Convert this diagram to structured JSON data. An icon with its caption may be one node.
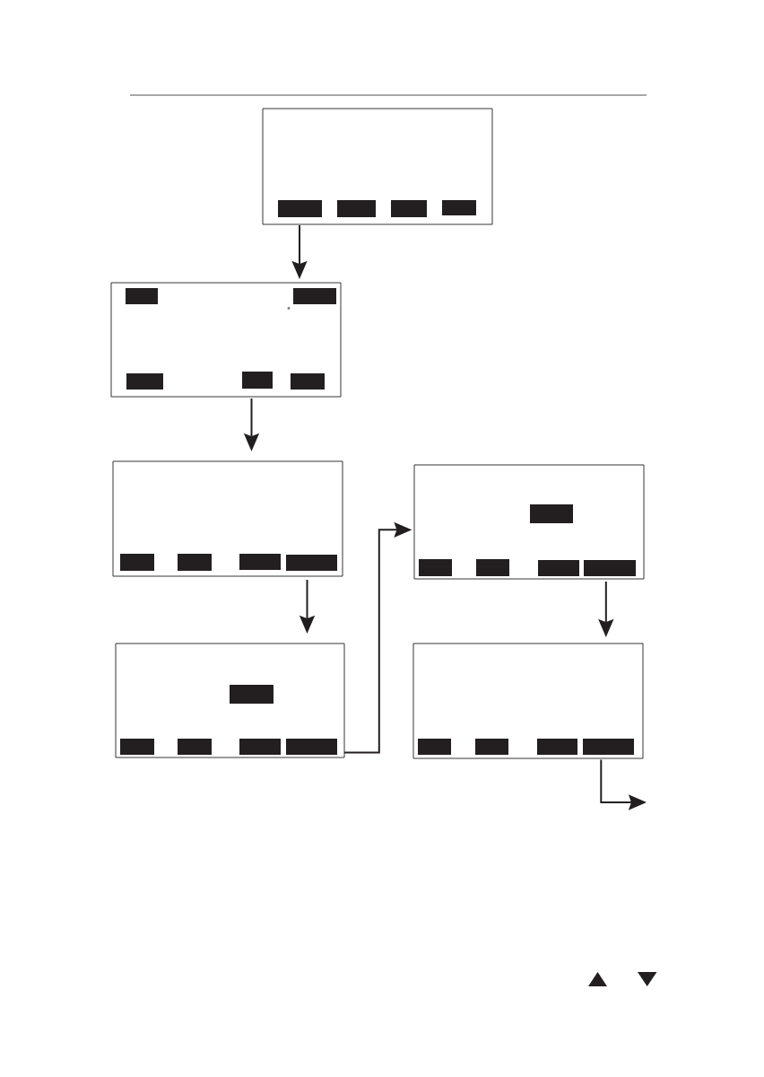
{
  "diagram": {
    "nodes": [
      {
        "text": [],
        "shape": "box"
      },
      {
        "text": [],
        "shape": "bar",
        "in": 0
      },
      {
        "text": [],
        "shape": "bar",
        "in": 0
      },
      {
        "text": [],
        "shape": "bar",
        "in": 0
      },
      {
        "text": [],
        "shape": "bar",
        "in": 0
      },
      {
        "text": [],
        "shape": "box"
      },
      {
        "text": [],
        "shape": "bar",
        "in": 5
      },
      {
        "text": [],
        "shape": "bar",
        "in": 5
      },
      {
        "text": [],
        "shape": "bar",
        "in": 5
      },
      {
        "text": [],
        "shape": "bar",
        "in": 5
      },
      {
        "text": [],
        "shape": "bar",
        "in": 5
      },
      {
        "text": [],
        "shape": "box"
      },
      {
        "text": [],
        "shape": "bar",
        "in": 11
      },
      {
        "text": [],
        "shape": "bar",
        "in": 11
      },
      {
        "text": [],
        "shape": "bar",
        "in": 11
      },
      {
        "text": [],
        "shape": "bar",
        "in": 11
      },
      {
        "text": [],
        "shape": "box"
      },
      {
        "text": [],
        "shape": "bar",
        "in": 16
      },
      {
        "text": [],
        "shape": "bar",
        "in": 16
      },
      {
        "text": [],
        "shape": "bar",
        "in": 16
      },
      {
        "text": [],
        "shape": "bar",
        "in": 16
      },
      {
        "text": [],
        "shape": "bar",
        "in": 16
      },
      {
        "text": [],
        "shape": "box"
      },
      {
        "text": [],
        "shape": "bar",
        "in": 22
      },
      {
        "text": [],
        "shape": "bar",
        "in": 22
      },
      {
        "text": [],
        "shape": "bar",
        "in": 22
      },
      {
        "text": [],
        "shape": "bar",
        "in": 22
      },
      {
        "text": [],
        "shape": "bar",
        "in": 22
      },
      {
        "text": [],
        "shape": "box"
      },
      {
        "text": [],
        "shape": "bar",
        "in": 28
      },
      {
        "text": [],
        "shape": "bar",
        "in": 28
      },
      {
        "text": [],
        "shape": "bar",
        "in": 28
      },
      {
        "text": [],
        "shape": "bar",
        "in": 28
      }
    ],
    "edges": [
      {
        "from": 0,
        "to": 5,
        "arrow": "to"
      },
      {
        "from": 5,
        "to": 11,
        "arrow": "to"
      },
      {
        "from": 11,
        "to": 22,
        "arrow": "to"
      },
      {
        "from": 22,
        "to": 16,
        "arrow": "to"
      },
      {
        "from": 16,
        "to": 28,
        "arrow": "to"
      },
      {
        "from": 28,
        "to": null,
        "arrow": "to"
      }
    ]
  }
}
